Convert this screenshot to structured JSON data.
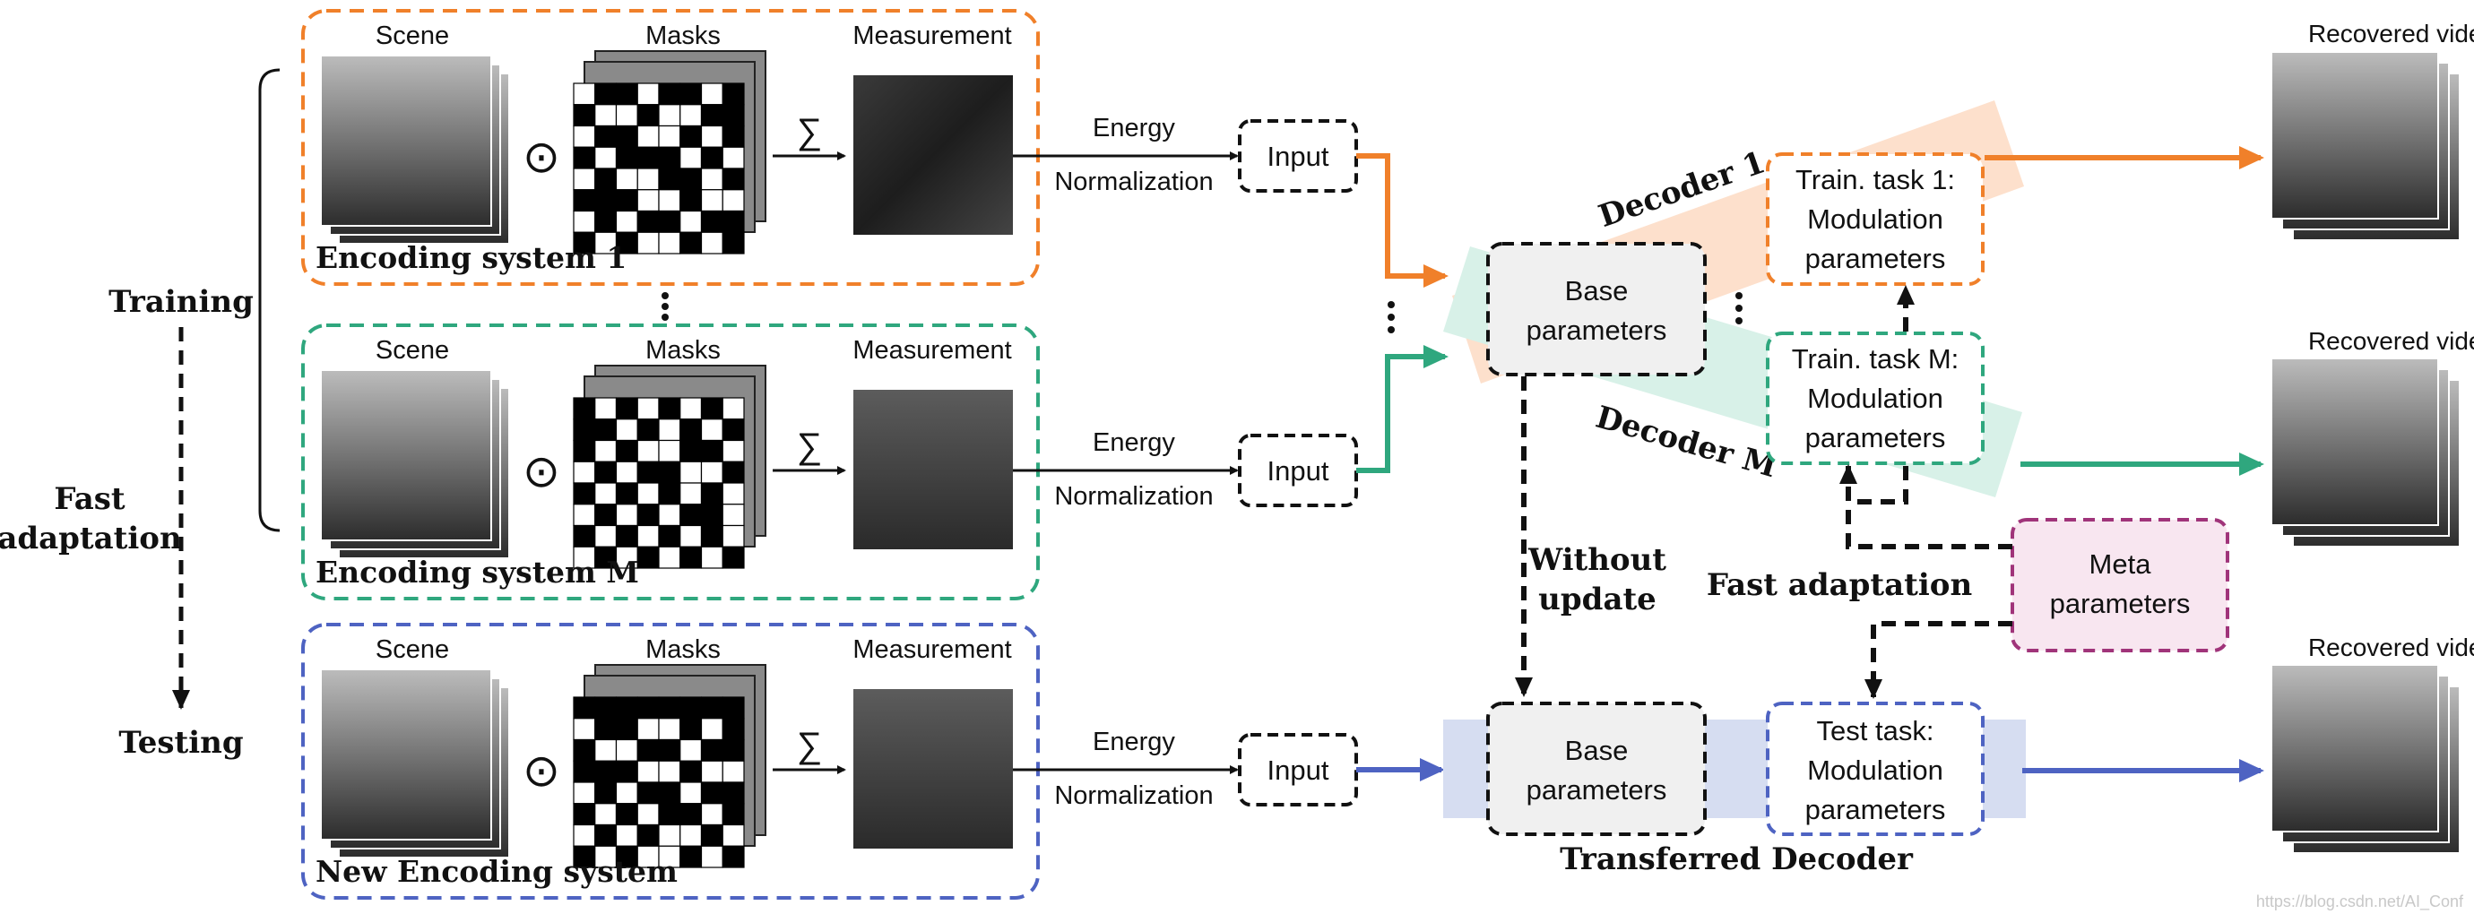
{
  "side_labels": {
    "training": "Training",
    "fast_adaptation": [
      "Fast",
      "adaptation"
    ],
    "testing": "Testing"
  },
  "systems": [
    {
      "title": "Encoding system 1",
      "scene": "Scene",
      "masks": "Masks",
      "measurement": "Measurement",
      "sum": "∑",
      "odot": "⊙",
      "energy": "Energy",
      "normalization": "Normalization",
      "input": "Input",
      "color": "#f0802a",
      "mask_pattern": 0
    },
    {
      "title": "Encoding system M",
      "scene": "Scene",
      "masks": "Masks",
      "measurement": "Measurement",
      "sum": "∑",
      "odot": "⊙",
      "energy": "Energy",
      "normalization": "Normalization",
      "input": "Input",
      "color": "#2fa77e",
      "mask_pattern": 1
    },
    {
      "title": "New Encoding system",
      "scene": "Scene",
      "masks": "Masks",
      "measurement": "Measurement",
      "sum": "∑",
      "odot": "⊙",
      "energy": "Energy",
      "normalization": "Normalization",
      "input": "Input",
      "color": "#4e63c2",
      "mask_pattern": 2
    }
  ],
  "decoders": {
    "decoder1": "Decoder 1",
    "decoderM": "Decoder M",
    "transferred": "Transferred Decoder",
    "base_parameters": [
      "Base",
      "parameters"
    ],
    "task1": [
      "Train. task 1:",
      "Modulation",
      "parameters"
    ],
    "taskM": [
      "Train. task M:",
      "Modulation",
      "parameters"
    ],
    "test_task": [
      "Test task:",
      "Modulation",
      "parameters"
    ],
    "meta": [
      "Meta",
      "parameters"
    ],
    "fast_adaptation": "Fast adaptation",
    "without_update": [
      "Without",
      "update"
    ]
  },
  "outputs": [
    "Recovered video",
    "Recovered video",
    "Recovered video"
  ],
  "watermark": "https://blog.csdn.net/AI_Conf",
  "colors": {
    "orange": "#f0802a",
    "green": "#2fa77e",
    "blue": "#4e63c2",
    "purple": "#a0347a",
    "decoder1_band": "#fde0cc",
    "decoderM_band": "#d8f1e8",
    "transferred_band": "#d6ddf1",
    "meta_fill": "#f8e6f0",
    "base_fill": "#f0f0f0"
  }
}
